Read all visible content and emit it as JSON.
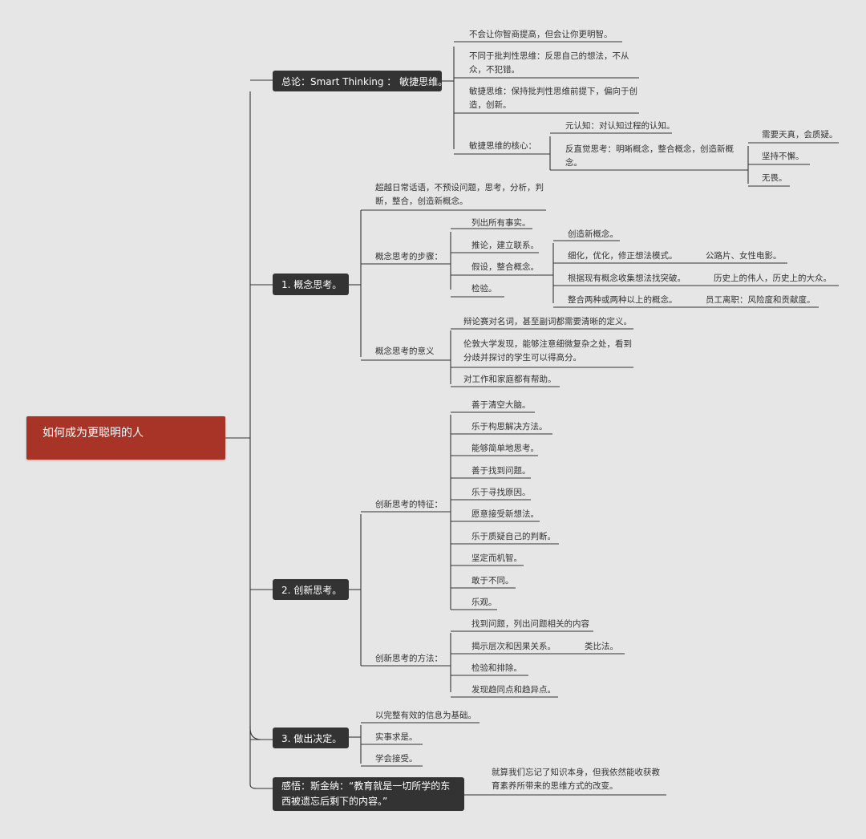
{
  "root": "如何成为更聪明的人",
  "general": {
    "label": "总论：Smart Thinking ： 敏捷思维。",
    "items": [
      "不会让你智商提高，但会让你更明智。",
      "不同于批判性思维：反思自己的想法，不从众，不犯错。",
      "敏捷思维：保持批判性思维前提下，偏向于创造，创新。",
      "敏捷思维的核心："
    ],
    "core": [
      "元认知：对认知过程的认知。",
      "反直觉思考：明晰概念，整合概念，创造新概念。"
    ],
    "counter": [
      "需要天真，会质疑。",
      "坚持不懈。",
      "无畏。"
    ]
  },
  "concept": {
    "label": "1. 概念思考。",
    "intro": "超越日常话语，不预设问题，思考，分析，判断，整合，创造新概念。",
    "steps_label": "概念思考的步骤：",
    "steps": [
      "列出所有事实。",
      "推论，建立联系。",
      "假设，整合概念。",
      "检验。"
    ],
    "integrate": [
      "创造新概念。",
      "细化，优化，修正想法模式。",
      "根据现有概念收集想法找突破。",
      "整合两种或两种以上的概念。"
    ],
    "examples": [
      "公路片、女性电影。",
      "历史上的伟人，历史上的大众。",
      "员工离职：风险度和贡献度。"
    ],
    "meaning_label": "概念思考的意义",
    "meaning": [
      "辩论赛对名词，甚至副词都需要清晰的定义。",
      "伦敦大学发现，能够注意细微复杂之处，看到分歧并探讨的学生可以得高分。",
      "对工作和家庭都有帮助。"
    ]
  },
  "creative": {
    "label": "2. 创新思考。",
    "traits_label": "创新思考的特征：",
    "traits": [
      "善于清空大脑。",
      "乐于构思解决方法。",
      "能够简单地思考。",
      "善于找到问题。",
      "乐于寻找原因。",
      "愿意接受新想法。",
      "乐于质疑自己的判断。",
      "坚定而机智。",
      "敢于不同。",
      "乐观。"
    ],
    "methods_label": "创新思考的方法：",
    "methods": [
      "找到问题，列出问题相关的内容",
      "揭示层次和因果关系。",
      "检验和排除。",
      "发现趋同点和趋异点。"
    ],
    "analogy": "类比法。"
  },
  "decide": {
    "label": "3. 做出决定。",
    "items": [
      "以完整有效的信息为基础。",
      "实事求是。",
      "学会接受。"
    ]
  },
  "insight": {
    "label": "感悟：斯金纳：“教育就是一切所学的东西被遗忘后剩下的内容。”",
    "text": "就算我们忘记了知识本身，但我依然能收获教育素养所带来的思维方式的改变。"
  },
  "colors": {
    "root": "#a83327",
    "topic": "#333333",
    "line": "#333333",
    "background": "#e6e6e6"
  }
}
